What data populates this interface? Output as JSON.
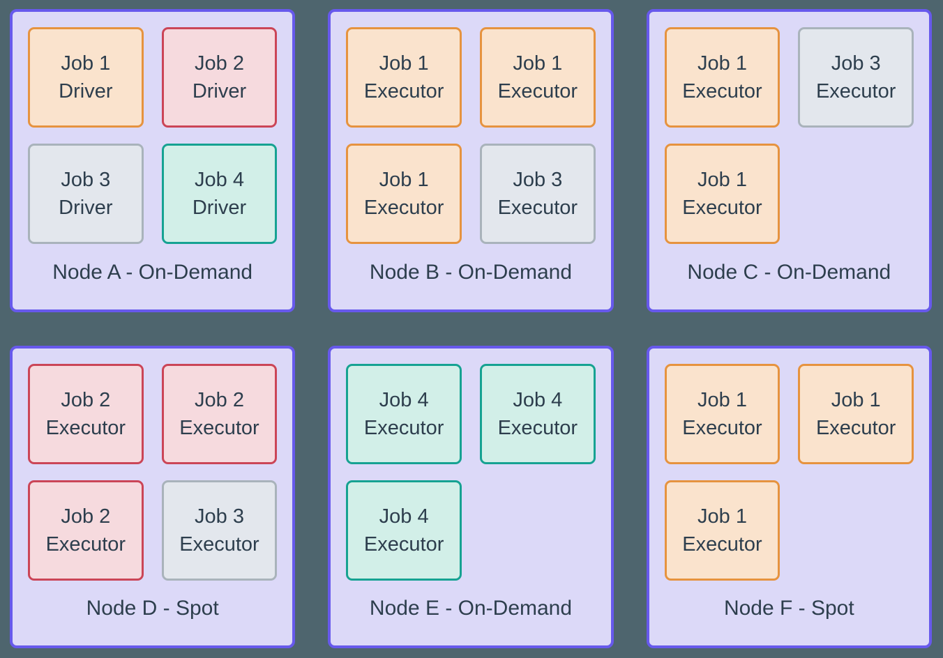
{
  "palette": {
    "page_background": "#4e656e",
    "node_border": "#6759ec",
    "node_background": "#dcd9f8",
    "text": "#2d3e4d",
    "job_variants": {
      "orange": {
        "border": "#e6933f",
        "background": "#fae3cd"
      },
      "red": {
        "border": "#cb4557",
        "background": "#f6dade"
      },
      "gray": {
        "border": "#a9b3bb",
        "background": "#e3e7ed"
      },
      "teal": {
        "border": "#16a292",
        "background": "#d2efe8"
      }
    }
  },
  "nodes": [
    {
      "id": "A",
      "label": "Node A - On-Demand",
      "jobs": [
        {
          "job": "Job 1",
          "role": "Driver",
          "variant": "orange"
        },
        {
          "job": "Job 2",
          "role": "Driver",
          "variant": "red"
        },
        {
          "job": "Job 3",
          "role": "Driver",
          "variant": "gray"
        },
        {
          "job": "Job 4",
          "role": "Driver",
          "variant": "teal"
        }
      ]
    },
    {
      "id": "B",
      "label": "Node B - On-Demand",
      "jobs": [
        {
          "job": "Job 1",
          "role": "Executor",
          "variant": "orange"
        },
        {
          "job": "Job 1",
          "role": "Executor",
          "variant": "orange"
        },
        {
          "job": "Job 1",
          "role": "Executor",
          "variant": "orange"
        },
        {
          "job": "Job 3",
          "role": "Executor",
          "variant": "gray"
        }
      ]
    },
    {
      "id": "C",
      "label": "Node C - On-Demand",
      "jobs": [
        {
          "job": "Job 1",
          "role": "Executor",
          "variant": "orange"
        },
        {
          "job": "Job 3",
          "role": "Executor",
          "variant": "gray"
        },
        {
          "job": "Job 1",
          "role": "Executor",
          "variant": "orange"
        }
      ]
    },
    {
      "id": "D",
      "label": "Node D - Spot",
      "jobs": [
        {
          "job": "Job 2",
          "role": "Executor",
          "variant": "red"
        },
        {
          "job": "Job 2",
          "role": "Executor",
          "variant": "red"
        },
        {
          "job": "Job 2",
          "role": "Executor",
          "variant": "red"
        },
        {
          "job": "Job 3",
          "role": "Executor",
          "variant": "gray"
        }
      ]
    },
    {
      "id": "E",
      "label": "Node E - On-Demand",
      "jobs": [
        {
          "job": "Job 4",
          "role": "Executor",
          "variant": "teal"
        },
        {
          "job": "Job 4",
          "role": "Executor",
          "variant": "teal"
        },
        {
          "job": "Job 4",
          "role": "Executor",
          "variant": "teal"
        }
      ]
    },
    {
      "id": "F",
      "label": "Node F - Spot",
      "jobs": [
        {
          "job": "Job 1",
          "role": "Executor",
          "variant": "orange"
        },
        {
          "job": "Job 1",
          "role": "Executor",
          "variant": "orange"
        },
        {
          "job": "Job 1",
          "role": "Executor",
          "variant": "orange"
        }
      ]
    }
  ]
}
